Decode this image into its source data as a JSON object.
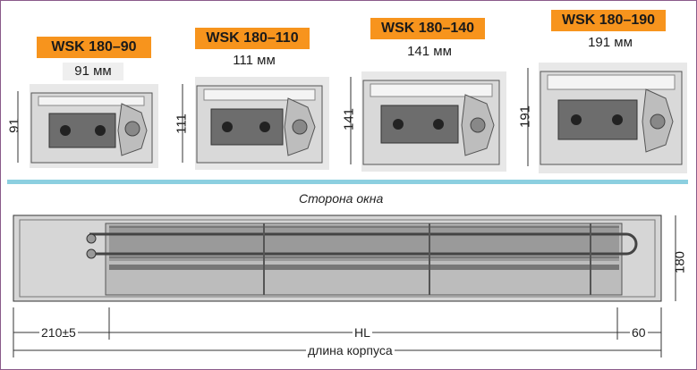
{
  "models": [
    {
      "name": "WSK 180–90",
      "height_text": "91 мм",
      "dim": "91"
    },
    {
      "name": "WSK 180–110",
      "height_text": "111 мм",
      "dim": "111"
    },
    {
      "name": "WSK 180–140",
      "height_text": "141 мм",
      "dim": "141"
    },
    {
      "name": "WSK 180–190",
      "height_text": "191 мм",
      "dim": "191"
    }
  ],
  "plan": {
    "window_side": "Сторона окна",
    "dim_left": "210±5",
    "dim_hl": "HL",
    "dim_right": "60",
    "dim_total": "длина корпуса",
    "dim_width": "180"
  },
  "colors": {
    "model_label_bg": "#f7941d",
    "separator": "#8ccfe0",
    "frame": "#8a5a8a"
  }
}
